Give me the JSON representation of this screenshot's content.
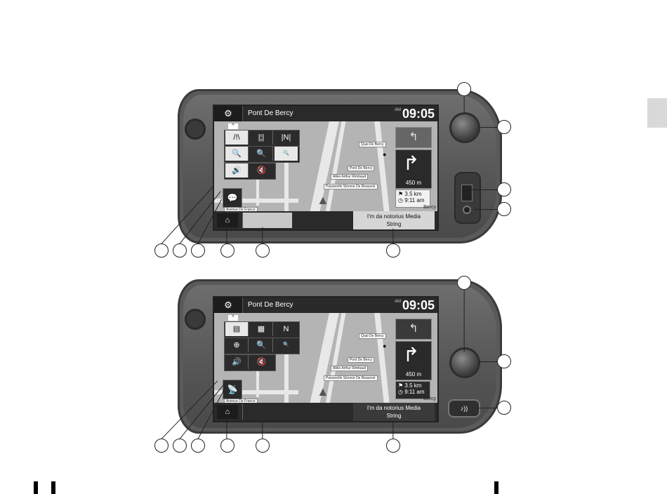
{
  "screen": {
    "settings_icon": "gear-icon",
    "location_title": "Pont De Bercy",
    "ampm": "AM",
    "clock": "09:05",
    "street_labels": [
      "Quai De Bercy",
      "Pont De Bercy",
      "Allée Arthur Rimbaud",
      "Passerelle Simone De Beauvoir",
      "Avenue De France"
    ],
    "next_distance": "450 m",
    "trip_distance": "3.5 km",
    "trip_eta": "9:11 am",
    "corner_label": "Bercy",
    "media_line1": "I'm da notorius Media",
    "media_line2": "String",
    "home_icon": "home-icon",
    "view_icons_top": [
      "3d-view-icon",
      "2d-view-icon",
      "north-up-icon"
    ],
    "view_icons_bottom": [
      "3d-view-icon",
      "2d-view-icon",
      "north-icon"
    ],
    "zoom_icons": [
      "zoom-in-icon",
      "zoom-icon",
      "zoom-out-icon"
    ],
    "sound_icons": [
      "volume-on-icon",
      "mute-icon"
    ],
    "top_unit_side_icon": "traffic-icon",
    "bottom_unit_side_icon": "radio-antenna-icon"
  },
  "colors": {
    "panel": "#2b2b2b",
    "map": "#b4b4b4",
    "road": "#e8e8e8",
    "bezel": "#5a5a5a",
    "page_tab": "#d9d9d9"
  }
}
